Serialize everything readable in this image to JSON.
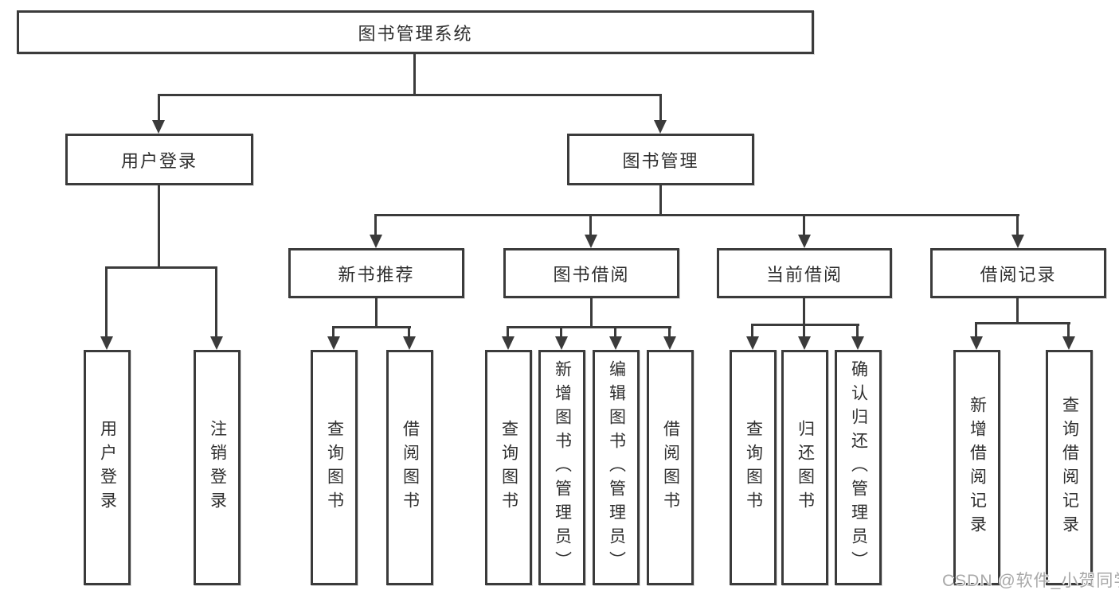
{
  "colors": {
    "line": "#3b3b3b",
    "text": "#2f2f2f",
    "box_background": "#ffffff",
    "page_background": "#ffffff",
    "watermark": "#a8a8a8"
  },
  "watermark": "CSDN @软件_小贺同学",
  "tree": {
    "root": {
      "label": "图书管理系统"
    },
    "level2": [
      {
        "label": "用户登录",
        "children": [
          {
            "label": "用户登录"
          },
          {
            "label": "注销登录"
          }
        ]
      },
      {
        "label": "图书管理",
        "children": [
          {
            "label": "新书推荐",
            "children": [
              {
                "label": "查询图书"
              },
              {
                "label": "借阅图书"
              }
            ]
          },
          {
            "label": "图书借阅",
            "children": [
              {
                "label": "查询图书"
              },
              {
                "label": "新增图书（管理员）"
              },
              {
                "label": "编辑图书（管理员）"
              },
              {
                "label": "借阅图书"
              }
            ]
          },
          {
            "label": "当前借阅",
            "children": [
              {
                "label": "查询图书"
              },
              {
                "label": "归还图书"
              },
              {
                "label": "确认归还（管理员）"
              }
            ]
          },
          {
            "label": "借阅记录",
            "children": [
              {
                "label": "新增借阅记录"
              },
              {
                "label": "查询借阅记录"
              }
            ]
          }
        ]
      }
    ]
  }
}
